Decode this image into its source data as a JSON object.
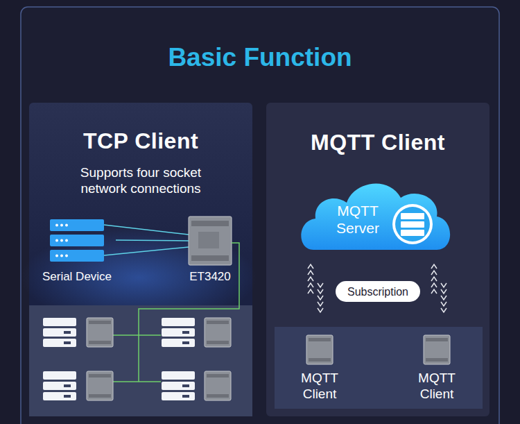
{
  "diagram": {
    "title": "Basic Function",
    "nodes": [
      {
        "text": [
          "TCP Client",
          "Supports four socket network connections"
        ]
      },
      {
        "text": [
          "Serial Device"
        ],
        "in": 0
      },
      {
        "text": [
          "ET3420"
        ],
        "in": 0
      },
      {
        "text": [
          "MQTT Client"
        ]
      },
      {
        "text": [
          "MQTT Server"
        ],
        "in": 3
      },
      {
        "text": [
          "Subscription"
        ],
        "in": 3
      },
      {
        "text": [
          "MQTT Client"
        ],
        "in": 3
      },
      {
        "text": [
          "MQTT Client"
        ],
        "in": 3
      }
    ],
    "edges": [
      {
        "from": 1,
        "to": 2,
        "arrow": "none"
      }
    ]
  }
}
